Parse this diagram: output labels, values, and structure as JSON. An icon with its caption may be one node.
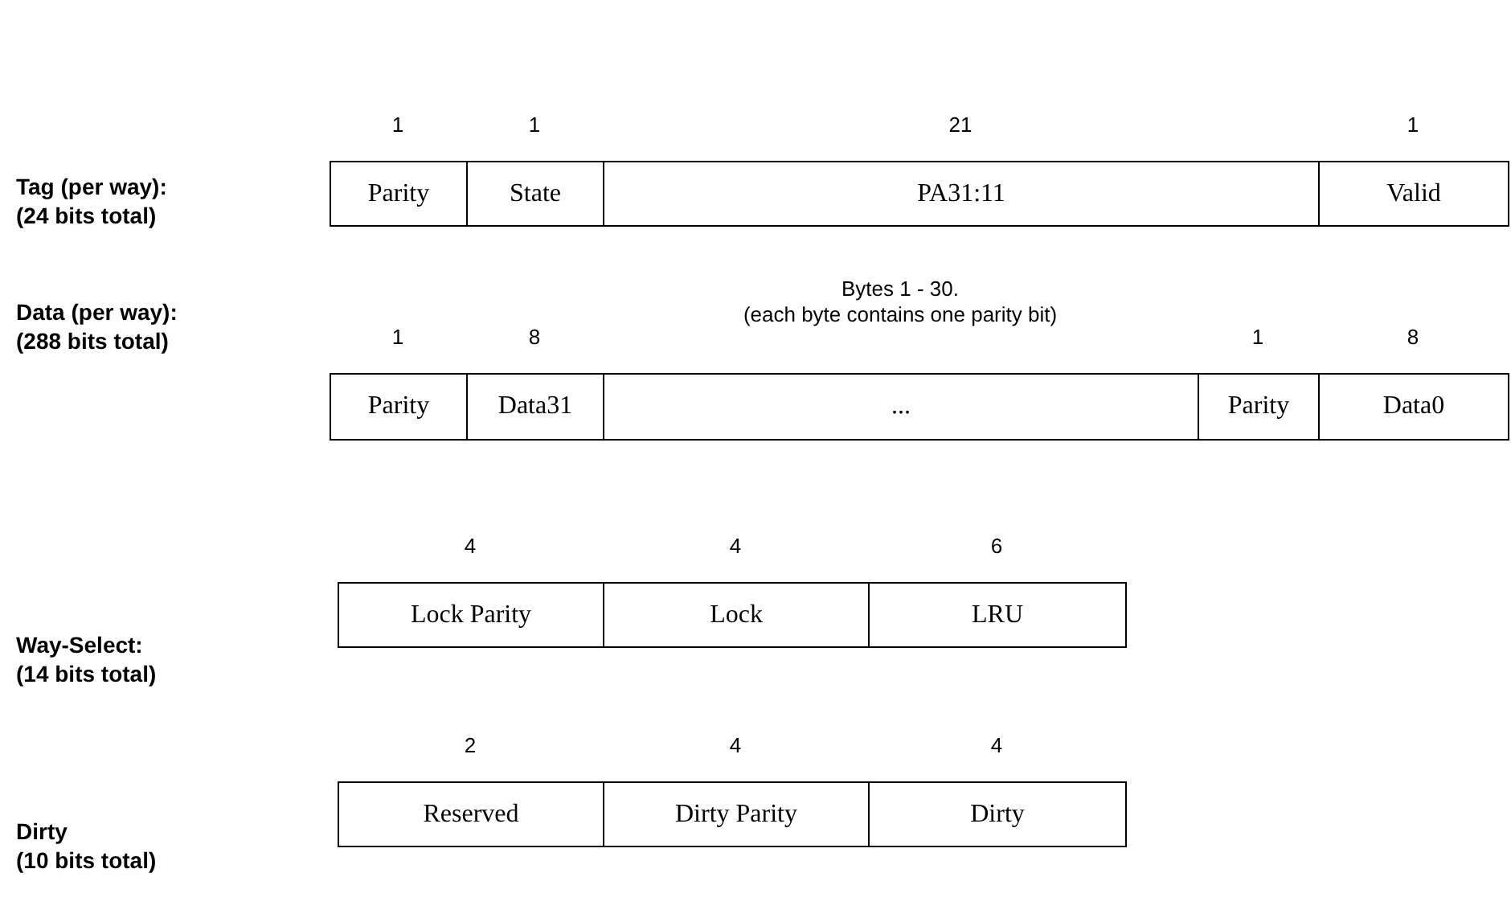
{
  "diagram": {
    "nodes": [
      {
        "text": [
          "Parity"
        ],
        "beside": [
          "1"
        ]
      },
      {
        "text": [
          "State"
        ],
        "beside": [
          "1"
        ]
      },
      {
        "text": [
          "PA31:11"
        ],
        "beside": [
          "21"
        ]
      },
      {
        "text": [
          "Valid"
        ],
        "beside": [
          "1"
        ]
      },
      {
        "text": [
          "Parity"
        ],
        "beside": [
          "1"
        ]
      },
      {
        "text": [
          "Data31"
        ],
        "beside": [
          "8"
        ]
      },
      {
        "text": [
          "..."
        ],
        "beside": [
          "Bytes 1 - 30.",
          "(each byte contains one parity bit)"
        ]
      },
      {
        "text": [
          "Parity"
        ],
        "beside": [
          "1"
        ]
      },
      {
        "text": [
          "Data0"
        ],
        "beside": [
          "8"
        ]
      },
      {
        "text": [
          "Lock Parity"
        ],
        "beside": [
          "4"
        ]
      },
      {
        "text": [
          "Lock"
        ],
        "beside": [
          "4"
        ]
      },
      {
        "text": [
          "LRU"
        ],
        "beside": [
          "6"
        ]
      },
      {
        "text": [
          "Reserved"
        ],
        "beside": [
          "2"
        ]
      },
      {
        "text": [
          "Dirty Parity"
        ],
        "beside": [
          "4"
        ]
      },
      {
        "text": [
          "Dirty"
        ],
        "beside": [
          "4"
        ]
      }
    ],
    "labels": [
      "Tag (per way):",
      "(24 bits total)",
      "Data (per way):",
      "(288 bits total)",
      "Way-Select:",
      "(14 bits total)",
      "Dirty",
      "(10 bits total)"
    ]
  }
}
